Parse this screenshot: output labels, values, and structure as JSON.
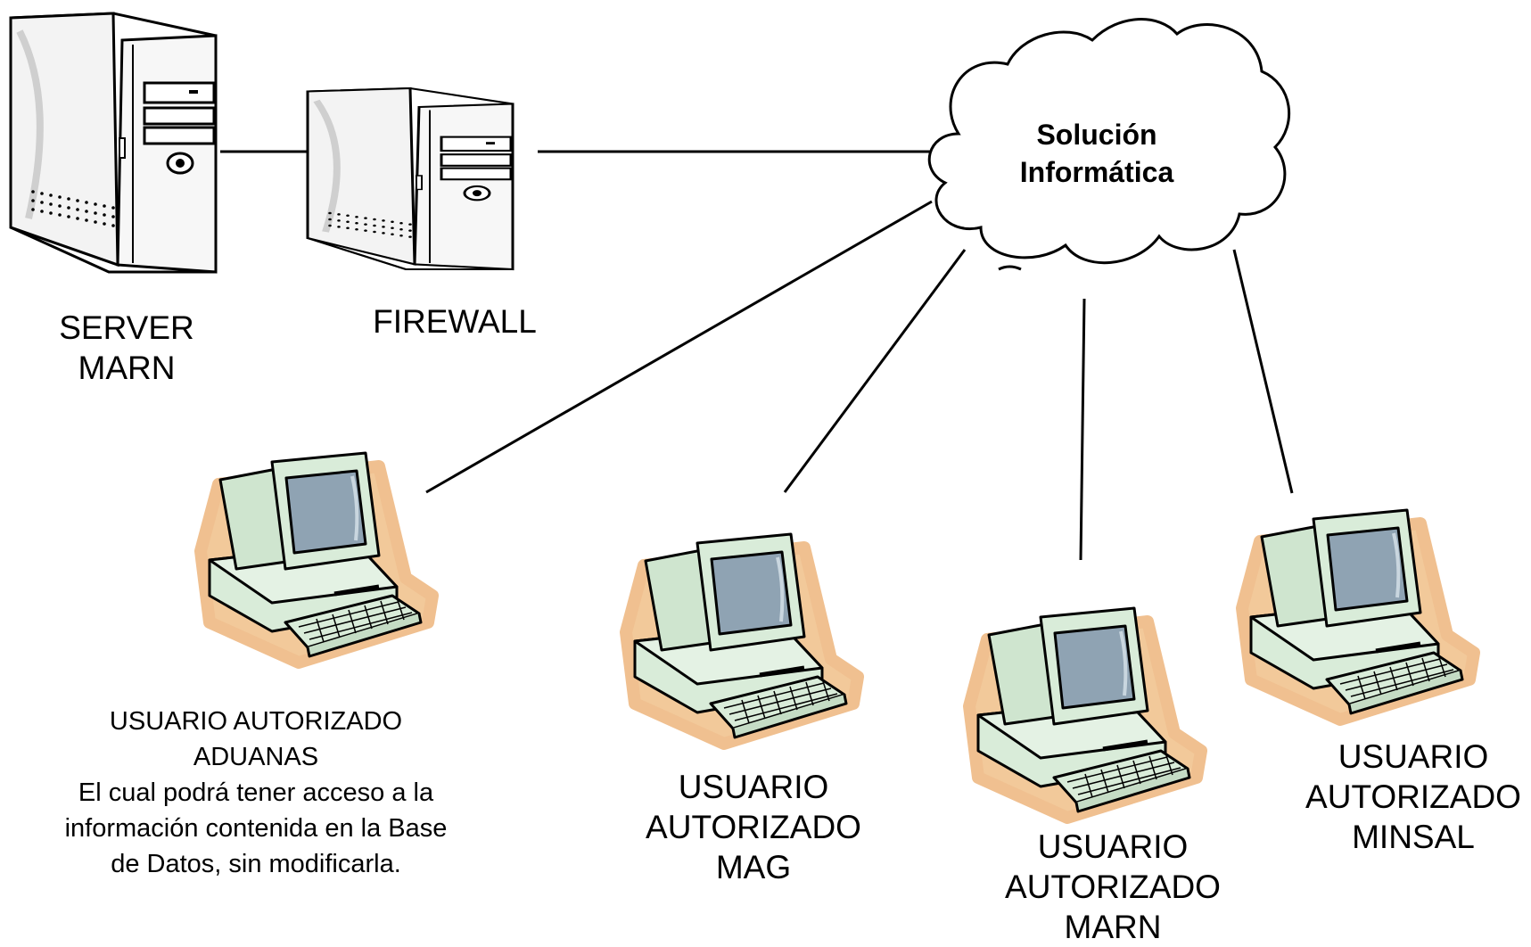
{
  "cloud": {
    "line1": "Solución",
    "line2": "Informática"
  },
  "server": {
    "line1": "SERVER",
    "line2": "MARN"
  },
  "firewall": {
    "label": "FIREWALL"
  },
  "users": {
    "aduanas": {
      "line1": "USUARIO AUTORIZADO",
      "line2": "ADUANAS",
      "line3": "El cual podrá tener acceso a la",
      "line4": "información contenida en la Base",
      "line5": "de Datos, sin modificarla."
    },
    "mag": {
      "line1": "USUARIO",
      "line2": "AUTORIZADO",
      "line3": "MAG"
    },
    "marn": {
      "line1": "USUARIO",
      "line2": "AUTORIZADO",
      "line3": "MARN"
    },
    "minsal": {
      "line1": "USUARIO",
      "line2": "AUTORIZADO",
      "line3": "MINSAL"
    }
  },
  "colors": {
    "computer_body": "#d9ecd9",
    "computer_screen": "#8fa3b3",
    "computer_glow": "#f2c99a",
    "line": "#000000"
  },
  "icons": [
    "server-tower-icon",
    "firewall-tower-icon",
    "cloud-icon",
    "computer-icon"
  ]
}
